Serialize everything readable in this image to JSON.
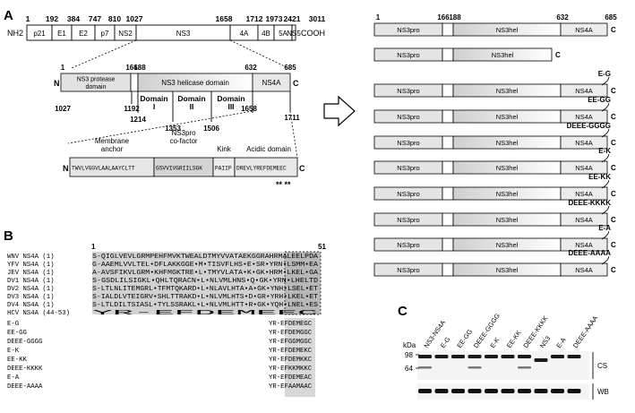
{
  "panel_labels": {
    "a": "A",
    "b": "B",
    "c": "C"
  },
  "polyprotein": {
    "n_term": "NH2",
    "c_term": "COOH",
    "positions": [
      "1",
      "192",
      "384",
      "747",
      "810",
      "1027",
      "1658",
      "1712",
      "1973",
      "2421",
      "3011"
    ],
    "segments": [
      "p21",
      "E1",
      "E2",
      "p7",
      "NS2",
      "NS3",
      "4A",
      "4B",
      "5A",
      "NS5"
    ]
  },
  "ns3ns4a": {
    "n": "N",
    "c": "C",
    "top_positions": [
      "1",
      "166",
      "188",
      "632",
      "685"
    ],
    "protease_label_1": "NS3 protease",
    "protease_label_2": "domain",
    "helicase_label": "NS3 helicase domain",
    "ns4a_label": "NS4A",
    "bottom_positions": [
      "1027",
      "1192",
      "1214",
      "1353",
      "1506",
      "1658",
      "1711"
    ],
    "domain_word": "Domain",
    "domain_numbers": [
      "I",
      "II",
      "III"
    ]
  },
  "ns4a_detail": {
    "membrane_anchor_1": "Membrane",
    "membrane_anchor_2": "anchor",
    "cofactor_1": "NS3pro",
    "cofactor_2": "co-factor",
    "kink": "Kink",
    "acidic": "Acidic domain",
    "seq_anchor": "TWVLVGGVLAALAAYCLTT",
    "seq_cofactor": "GSVVIVGRIILSGK",
    "seq_kink": "PAIIP",
    "seq_acidic": "DREVLYREFDEMEEC",
    "stars": "** **",
    "n": "N",
    "c": "C"
  },
  "constructs": {
    "positions": [
      "1",
      "166",
      "188",
      "632",
      "685"
    ],
    "ns3pro": "NS3pro",
    "ns3hel": "NS3hel",
    "ns4a": "NS4A",
    "c": "C",
    "mutations": [
      "E-G",
      "EE-GG",
      "DEEE-GGGG",
      "E-K",
      "EE-KK",
      "DEEE-KKKK",
      "E-A",
      "DEEE-AAAA"
    ]
  },
  "alignment": {
    "start": "1",
    "end": "51",
    "names": [
      "WNV NS4A (1)",
      "YFV NS4A (1)",
      "JEV NS4A (1)",
      "DV1 NS4A (1)",
      "DV2 NS4A (1)",
      "DV3 NS4A (1)",
      "DV4 NS4A (1)",
      "HCV NS4A (44-53)"
    ],
    "seqs": [
      "S-QIGLVEVLGRMPEHFMVKTWEALDTMYVVATAEKGGRAHRMALEELPDA",
      "G-AAEMLVVLTEL•DFLAKKGGE•M•TISVFLHS•E•SR•YRN•LSMM•EA",
      "A-AVSFIKVLGRM•KHFMGKTRE•L•TMYVLATA•K•GK•HRM•LKEL•GA",
      "S-GSDLILSIGKL•QHLTQRACN•L•NLVMLHNS•Q•GK•YRN•LHELTD",
      "S-LTLNLITEMGRL•TFMTQKARD•L•NLAVLHTA•A•GK•YNH•LSEL•ET",
      "S-IALDLVTEIGRV•SHLTTRAKD•L•NLVMLHTS•D•GR•YRH•LKEL•ET",
      "S-LTLDILTSIASL•TYLSSRAKL•L•NLVMLHTT•R•GK•YQH•LNEL•ES",
      "                                 YR-EFDEMEEC"
    ],
    "mutant_names": [
      "E-G",
      "EE-GG",
      "DEEE-GGGG",
      "E-K",
      "EE-KK",
      "DEEE-KKKK",
      "E-A",
      "DEEE-AAAA"
    ],
    "mutant_seqs": [
      "YR-EFDEMEGC",
      "YR-EFDEMGGC",
      "YR-EFGGMGGC",
      "YR-EFDEMEKC",
      "YR-EFDEMKKC",
      "YR-EFKKMKKC",
      "YR-EFDEMEAC",
      "YR-EFAAMAAC"
    ]
  },
  "blot": {
    "kda_label": "kDa",
    "markers": [
      "98",
      "64"
    ],
    "lanes": [
      "NS3-NS4A",
      "E-G",
      "EE-GG",
      "DEEE-GGGG",
      "E-K",
      "EE-KK",
      "DEEE-KKKK",
      "NS3",
      "E-A",
      "DEEE-AAAA"
    ],
    "cs_label": "CS",
    "wb_label": "WB"
  }
}
